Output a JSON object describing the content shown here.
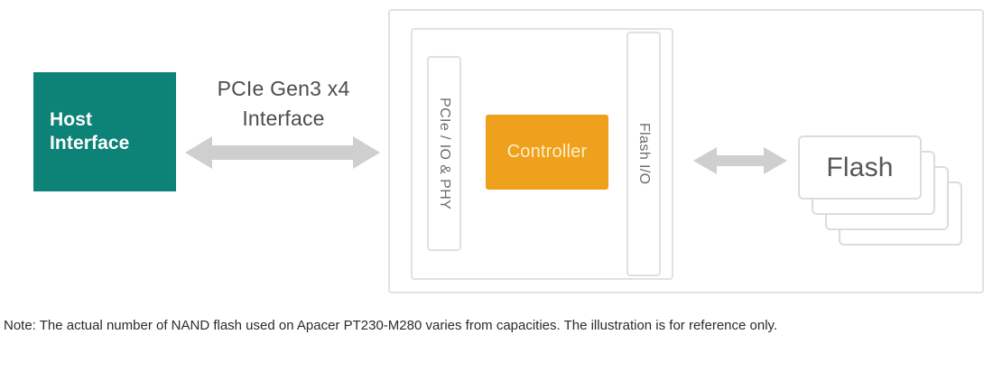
{
  "diagram": {
    "host": {
      "label": "Host\nInterface",
      "color": "#0d8277"
    },
    "interface_caption": {
      "label": "PCIe Gen3 x4\nInterface"
    },
    "arrows": {
      "host_to_controller": "double-headed-arrow-icon",
      "controller_to_flash": "double-headed-arrow-icon",
      "color": "#cccccc"
    },
    "ssd_frame": {
      "outer_border_color": "#e2e2e2",
      "inner_border_color": "#e2e2e2"
    },
    "io_blocks": [
      {
        "id": "pcie-io-phy",
        "label": "PCIe / IO & PHY"
      },
      {
        "id": "flash-io",
        "label": "Flash I/O"
      }
    ],
    "controller": {
      "label": "Controller",
      "color": "#efa01c",
      "text_color": "#fdf0c8"
    },
    "flash": {
      "label": "Flash",
      "card_count": 4,
      "border_color": "#dcdcdc"
    }
  },
  "note": {
    "text": "Note: The actual number of NAND flash used on Apacer PT230-M280 varies from capacities. The illustration is for reference only."
  }
}
